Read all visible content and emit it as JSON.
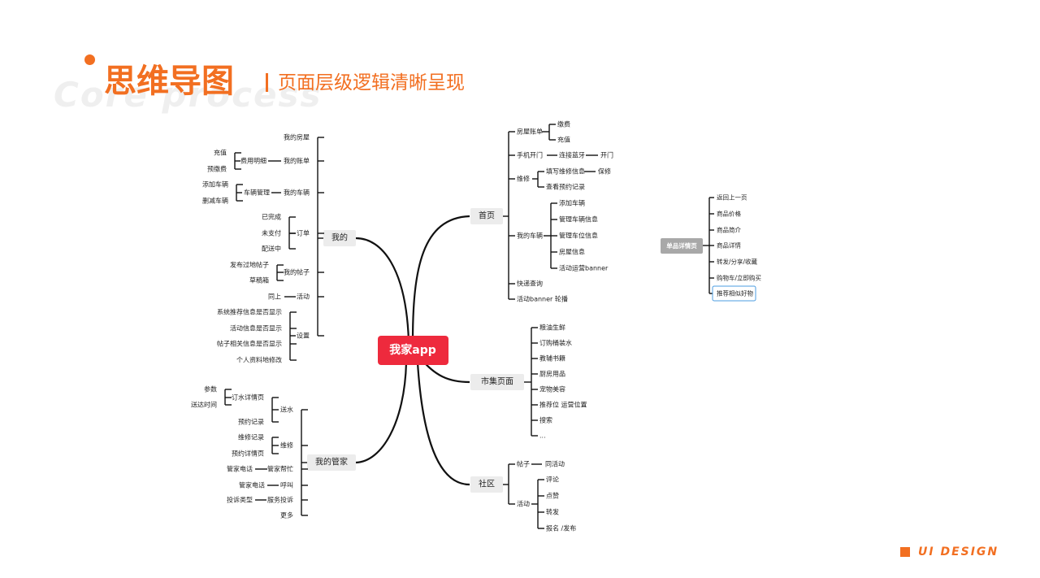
{
  "header": {
    "watermark": "Core process",
    "title": "思维导图",
    "subtitle": "页面层级逻辑清晰呈现"
  },
  "brand": {
    "text": "UI DESIGN"
  },
  "colors": {
    "accent": "#f26f21",
    "root_fill": "#ee2a3d",
    "branch_fill": "#ececec",
    "detail_fill": "#a8a8a8",
    "highlight_border": "#4b9ce0",
    "line": "#111111",
    "text": "#222222"
  },
  "mindmap": {
    "root": "我家app",
    "branches": {
      "home": "首页",
      "market": "市集页面",
      "community": "社区",
      "mine": "我的",
      "butler": "我的管家"
    },
    "home": {
      "bill": "房屋账单",
      "pay": "缴费",
      "recharge": "充值",
      "door": "手机开门",
      "bluetooth": "连接蓝牙",
      "open": "开门",
      "repair": "维修",
      "fill_repair": "填写维修信息",
      "report_repair": "保修",
      "view_booking": "查看预约记录",
      "my_vehicle": "我的车辆",
      "add_vehicle": "添加车辆",
      "manage_vehicle": "管理车辆信息",
      "manage_parking": "管理车位信息",
      "house_info": "房屋信息",
      "activity_banner": "活动运营banner",
      "express": "快递查询",
      "banner_carousel": "活动banner 轮播"
    },
    "market": [
      "粮油生鲜",
      "订购桶装水",
      "教辅书籍",
      "厨房用品",
      "宠物美容",
      "推荐位 运营位置",
      "搜索",
      "..."
    ],
    "community": {
      "posts": "帖子",
      "same_activity": "同活动",
      "activity": "活动",
      "items": [
        "评论",
        "点赞",
        "转发",
        "报名 /发布"
      ]
    },
    "mine": {
      "my_house": "我的房屋",
      "my_bill": "我的账单",
      "fee_detail": "费用明细",
      "recharge": "充值",
      "prepay": "预缴费",
      "my_vehicle": "我的车辆",
      "vehicle_mgmt": "车辆管理",
      "add_vehicle": "添加车辆",
      "delete_vehicle": "删减车辆",
      "orders": "订单",
      "done": "已完成",
      "unpaid": "未支付",
      "delivering": "配送中",
      "my_posts": "我的帖子",
      "posted": "发布过地帖子",
      "drafts": "草稿箱",
      "activity": "活动",
      "same_above": "同上",
      "settings": "设置",
      "s1": "系统推荐信息是否显示",
      "s2": "活动信息是否显示",
      "s3": "帖子相关信息是否显示",
      "s4": "个人资料地修改"
    },
    "butler": {
      "water": "送水",
      "water_detail": "订水详情页",
      "params": "参数",
      "delivery_time": "送达时间",
      "booking_record": "预约记录",
      "repair": "维修",
      "repair_record": "维修记录",
      "booking_detail": "预约详情页",
      "help": "管家帮忙",
      "butler_phone": "管家电话",
      "call": "呼叫",
      "butler_phone2": "管家电话",
      "complaint": "服务投诉",
      "complaint_type": "投诉类型",
      "more": "更多"
    },
    "detail_page": {
      "title": "单品详情页",
      "items": [
        "返回上一页",
        "商品价格",
        "商品简介",
        "商品详情",
        "转发/分享/收藏",
        "购物车/立即购买",
        "推荐相似好物"
      ]
    }
  }
}
